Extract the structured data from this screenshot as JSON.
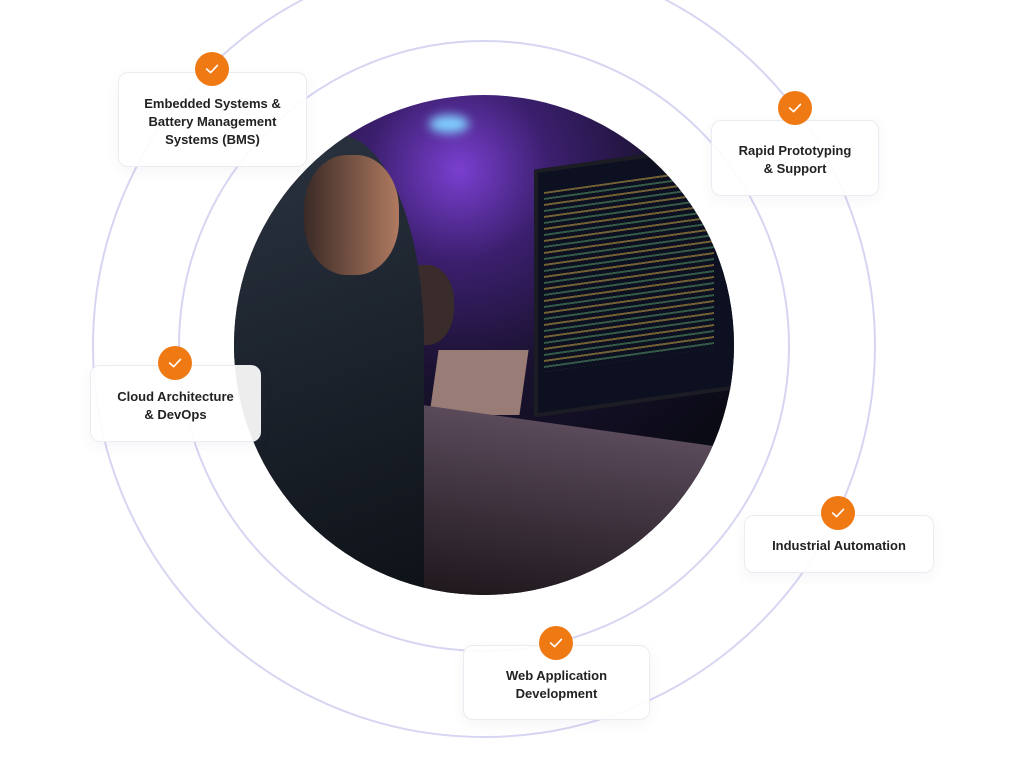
{
  "services": [
    {
      "label": "Embedded Systems &\nBattery Management\nSystems (BMS)",
      "icon": "check-icon"
    },
    {
      "label": "Rapid Prototyping\n& Support",
      "icon": "check-icon"
    },
    {
      "label": "Cloud Architecture\n& DevOps",
      "icon": "check-icon"
    },
    {
      "label": "Industrial Automation",
      "icon": "check-icon"
    },
    {
      "label": "Web Application\nDevelopment",
      "icon": "check-icon"
    }
  ],
  "colors": {
    "accent": "#ef7a14",
    "ring": "#d6d6f3"
  }
}
